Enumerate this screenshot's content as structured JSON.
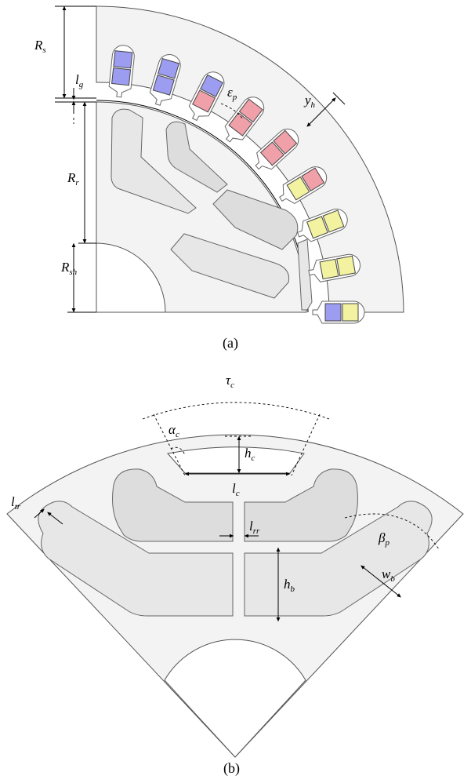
{
  "figure_a": {
    "caption": "(a)",
    "labels": {
      "Rs": {
        "main": "R",
        "sub": "s"
      },
      "lg": {
        "main": "l",
        "sub": "g"
      },
      "Rr": {
        "main": "R",
        "sub": "r"
      },
      "Rsh": {
        "main": "R",
        "sub": "sh"
      },
      "ep": {
        "main": "ε",
        "sub": "p"
      },
      "yh": {
        "main": "y",
        "sub": "h"
      }
    },
    "colors": {
      "phase_blue": "#9c9cf0",
      "phase_red": "#f0a0a8",
      "phase_yellow": "#f2f2a0"
    }
  },
  "figure_b": {
    "caption": "(b)",
    "labels": {
      "tc": {
        "main": "τ",
        "sub": "c"
      },
      "ac": {
        "main": "α",
        "sub": "c"
      },
      "hc": {
        "main": "h",
        "sub": "c"
      },
      "lc": {
        "main": "l",
        "sub": "c"
      },
      "ltr": {
        "main": "l",
        "sub": "tr"
      },
      "lrr": {
        "main": "l",
        "sub": "rr"
      },
      "bp": {
        "main": "β",
        "sub": "p"
      },
      "wb": {
        "main": "w",
        "sub": "b"
      },
      "hb": {
        "main": "h",
        "sub": "b"
      }
    }
  }
}
